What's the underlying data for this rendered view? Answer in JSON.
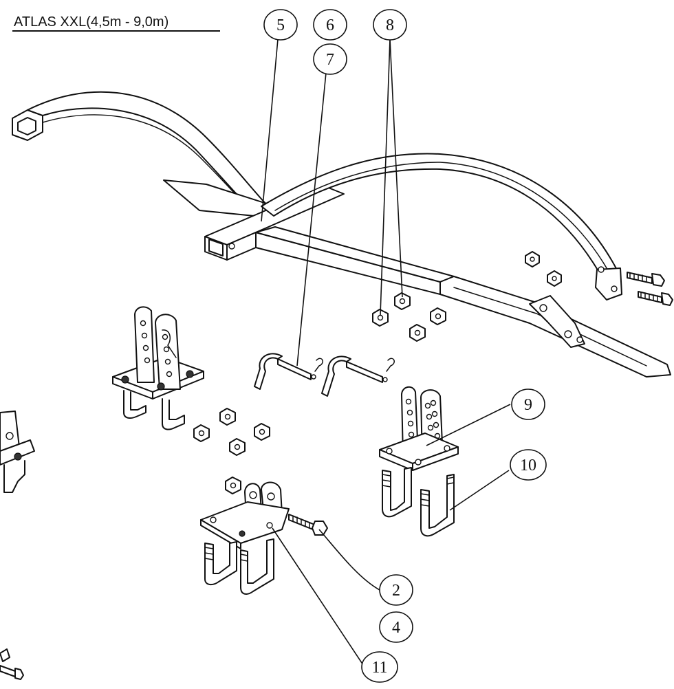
{
  "title": "ATLAS XXL(4,5m - 9,0m)",
  "callouts": {
    "c2": "2",
    "c4": "4",
    "c5": "5",
    "c6": "6",
    "c7": "7",
    "c8": "8",
    "c9": "9",
    "c10": "10",
    "c11": "11"
  },
  "colors": {
    "line": "#111111",
    "background": "#ffffff"
  }
}
